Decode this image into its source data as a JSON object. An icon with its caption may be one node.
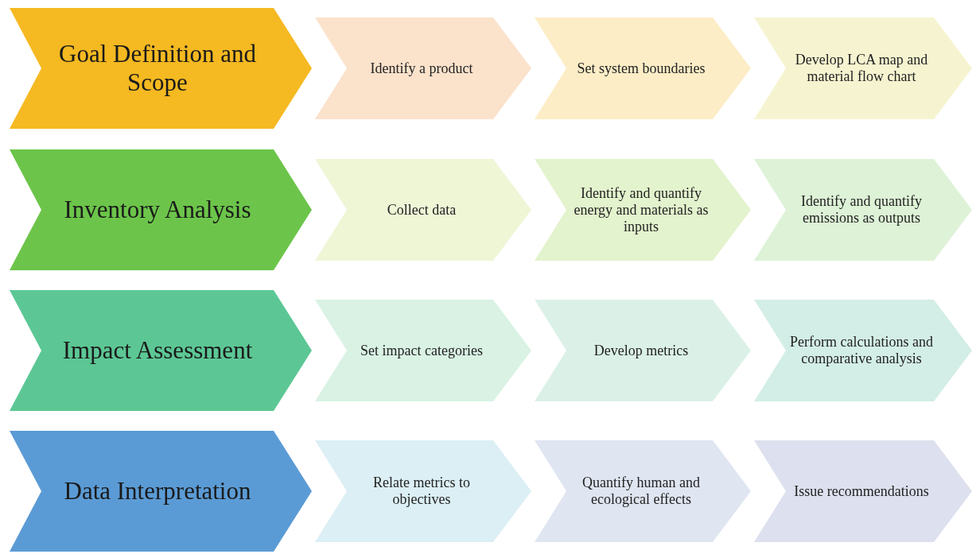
{
  "diagram": {
    "nodes": [
      {
        "text": [
          "Goal Definition and Scope"
        ]
      },
      {
        "text": [
          "Identify a product"
        ]
      },
      {
        "text": [
          "Set system boundaries"
        ]
      },
      {
        "text": [
          "Develop LCA map and material flow chart"
        ]
      },
      {
        "text": [
          "Inventory Analysis"
        ]
      },
      {
        "text": [
          "Collect data"
        ]
      },
      {
        "text": [
          "Identify and quantify energy and materials as inputs"
        ]
      },
      {
        "text": [
          "Identify and quantify emissions as outputs"
        ]
      },
      {
        "text": [
          "Impact Assessment"
        ]
      },
      {
        "text": [
          "Set impact categories"
        ]
      },
      {
        "text": [
          "Develop metrics"
        ]
      },
      {
        "text": [
          "Perform calculations and comparative analysis"
        ]
      },
      {
        "text": [
          "Data Interpretation"
        ]
      },
      {
        "text": [
          "Relate metrics to objectives"
        ]
      },
      {
        "text": [
          "Quantify human and ecological effects"
        ]
      },
      {
        "text": [
          "Issue recommendations"
        ]
      }
    ]
  }
}
